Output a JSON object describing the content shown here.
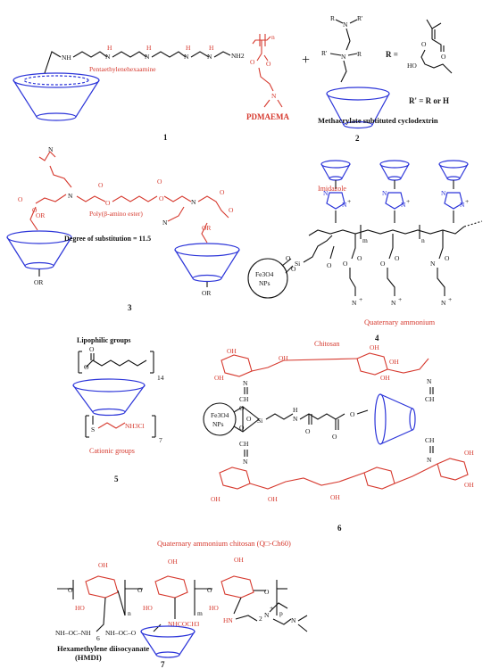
{
  "compounds": {
    "c1": {
      "number": "1",
      "label": "Pentaethylenehexaamine",
      "atoms": [
        "NH",
        "H",
        "H",
        "H",
        "H",
        "NH2"
      ]
    },
    "pdmaema": {
      "label": "PDMAEMA",
      "n": "n",
      "atoms": [
        "O",
        "O",
        "N"
      ]
    },
    "plus": "+",
    "c2": {
      "number": "2",
      "caption": "Methacrylate subtituted cyclodextrin",
      "r_def": "R =",
      "rprime_def": "R' = R or H",
      "atoms": [
        "R",
        "N",
        "R'",
        "R'",
        "N",
        "R",
        "O",
        "O",
        "HO"
      ]
    },
    "c3": {
      "number": "3",
      "label": "Poly(β-amino ester)",
      "degree": "Degree of substitution = 11.5",
      "atoms": [
        "N",
        "N",
        "N",
        "N",
        "O",
        "O",
        "O",
        "O",
        "O",
        "O",
        "O",
        "O",
        "OR",
        "OR"
      ]
    },
    "c4": {
      "number": "4",
      "imidazole": "Imidazole",
      "quaternary": "Quaternary ammonium",
      "np": [
        "Fe3O4",
        "NPs"
      ],
      "m": "m",
      "n": "n",
      "atoms": [
        "N",
        "N",
        "N",
        "N",
        "N",
        "N",
        "O",
        "O",
        "Si",
        "O",
        "O",
        "O",
        "O",
        "O",
        "O",
        "N",
        "N",
        "N",
        "+",
        "+",
        "+",
        "+",
        "+",
        "+"
      ]
    },
    "c5": {
      "number": "5",
      "lipophilic": "Lipophilic groups",
      "cationic": "Cationic groups",
      "sub14": "14",
      "sub7": "7",
      "s": "S",
      "nh3cl": "NH3Cl",
      "o": "O"
    },
    "c6": {
      "number": "6",
      "chitosan": "Chitosan",
      "np": [
        "Fe3O4",
        "NPs"
      ],
      "atoms": [
        "OH",
        "OH",
        "OH",
        "OH",
        "OH",
        "OH",
        "OH",
        "OH",
        "OH",
        "N",
        "N",
        "N",
        "N",
        "CH",
        "CH",
        "CH",
        "CH",
        "Si",
        "H",
        "N",
        "O",
        "O",
        "O"
      ]
    },
    "c7": {
      "number": "7",
      "title": "Quaternary ammonium chitosan (Q□-Ch60)",
      "hmdi": "Hexamethylene diisocyanate",
      "hmdi_abbr": "(HMDI)",
      "nhcoch3": "NHCOCH3",
      "linker": "NH–OC–NH",
      "linker2": "NH–OC–O",
      "sub6": "6",
      "sub2": "2",
      "n": "n",
      "m": "m",
      "p": "p",
      "atoms": [
        "OH",
        "OH",
        "OH",
        "HO",
        "HO",
        "HO",
        "O",
        "O",
        "O",
        "O",
        "HN",
        "N",
        "N",
        "N",
        "+"
      ]
    }
  }
}
